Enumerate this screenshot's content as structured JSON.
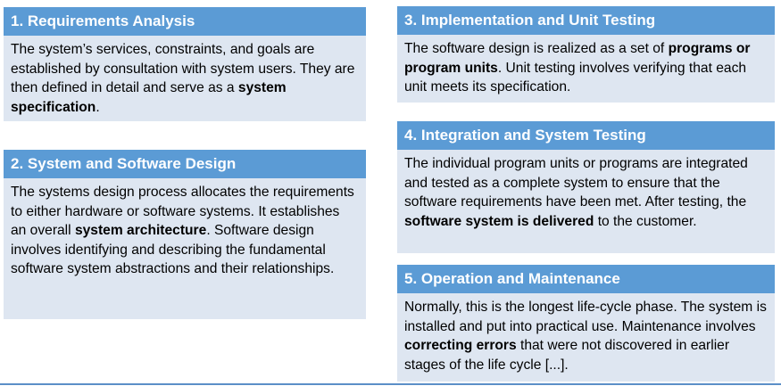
{
  "cards": [
    {
      "title": "1. Requirements Analysis",
      "body": [
        {
          "t": "The system’s services, constraints, and goals are established by consultation with system users. They are then defined in detail and serve as a "
        },
        {
          "t": "system specification",
          "b": true
        },
        {
          "t": "."
        }
      ]
    },
    {
      "title": "2. System and Software Design",
      "body": [
        {
          "t": "The systems design process allocates the requirements to either hardware or software systems. It establishes an overall "
        },
        {
          "t": "system architecture",
          "b": true
        },
        {
          "t": ". Software design involves identifying and describing the fundamental software system abstractions and their relationships."
        }
      ]
    },
    {
      "title": "3. Implementation and Unit Testing",
      "body": [
        {
          "t": "The software design is realized as a set of "
        },
        {
          "t": "programs or program units",
          "b": true
        },
        {
          "t": ". Unit testing involves verifying that each unit meets its specification."
        }
      ]
    },
    {
      "title": "4. Integration and System Testing",
      "body": [
        {
          "t": "The individual program units or programs are integrated and tested as a complete system to ensure that the software requirements have been met. After testing, the "
        },
        {
          "t": "software system is delivered",
          "b": true
        },
        {
          "t": " to the customer."
        }
      ]
    },
    {
      "title": "5. Operation and Maintenance",
      "body": [
        {
          "t": "Normally, this is the longest life-cycle phase. The system is installed and put into practical use. Maintenance involves "
        },
        {
          "t": "correcting errors",
          "b": true
        },
        {
          "t": " that were not discovered in earlier stages of the life cycle [...]."
        }
      ]
    }
  ]
}
